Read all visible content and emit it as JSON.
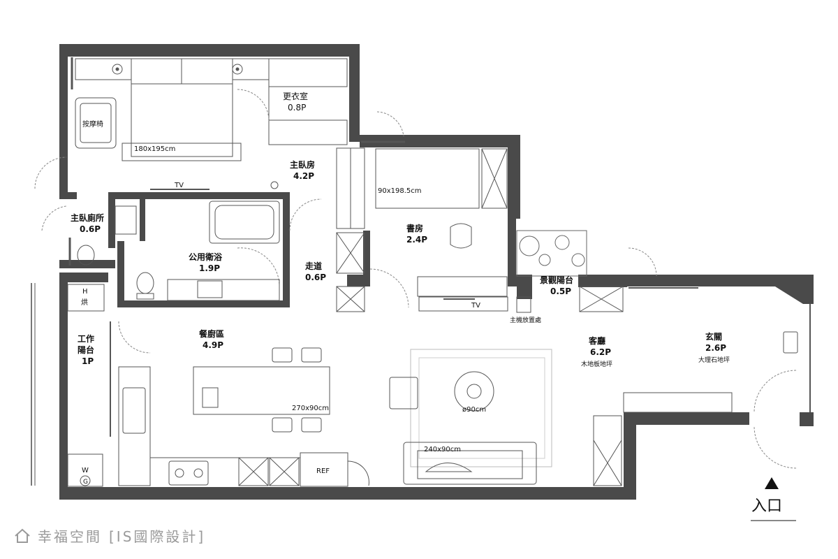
{
  "rooms": {
    "master_bedroom": {
      "name": "主臥房",
      "area": "4.2P"
    },
    "walk_in_closet": {
      "name": "更衣室",
      "area": "0.8P"
    },
    "master_bath": {
      "name": "主臥廁所",
      "area": "0.6P"
    },
    "public_bath": {
      "name": "公用衛浴",
      "area": "1.9P"
    },
    "corridor": {
      "name": "走道",
      "area": "0.6P"
    },
    "study": {
      "name": "書房",
      "area": "2.4P"
    },
    "landscape_balcony": {
      "name": "景觀陽台",
      "area": "0.5P"
    },
    "work_balcony": {
      "name": "工作",
      "name2": "陽台",
      "area": "1P"
    },
    "dining_kitchen": {
      "name": "餐廚區",
      "area": "4.9P"
    },
    "living_room": {
      "name": "客廳",
      "area": "6.2P",
      "note": "木地板地坪"
    },
    "entrance": {
      "name": "玄關",
      "area": "2.6P",
      "note": "大理石地坪"
    }
  },
  "labels": {
    "massage_chair": "按摩椅",
    "bed_size": "180x195cm",
    "study_bed_size": "90x198.5cm",
    "tv_master": "TV",
    "tv_study": "TV",
    "host_location": "主機放置處",
    "island_size": "270x90cm",
    "table_diameter": "ø90cm",
    "sofa_size": "240x90cm",
    "fridge": "REF",
    "dryer": "H",
    "dryer_text": "烘",
    "washer": "W",
    "gas": "G",
    "entry": "入口"
  },
  "watermark": {
    "brand": "幸福空間",
    "designer": "[IS國際設計]"
  }
}
